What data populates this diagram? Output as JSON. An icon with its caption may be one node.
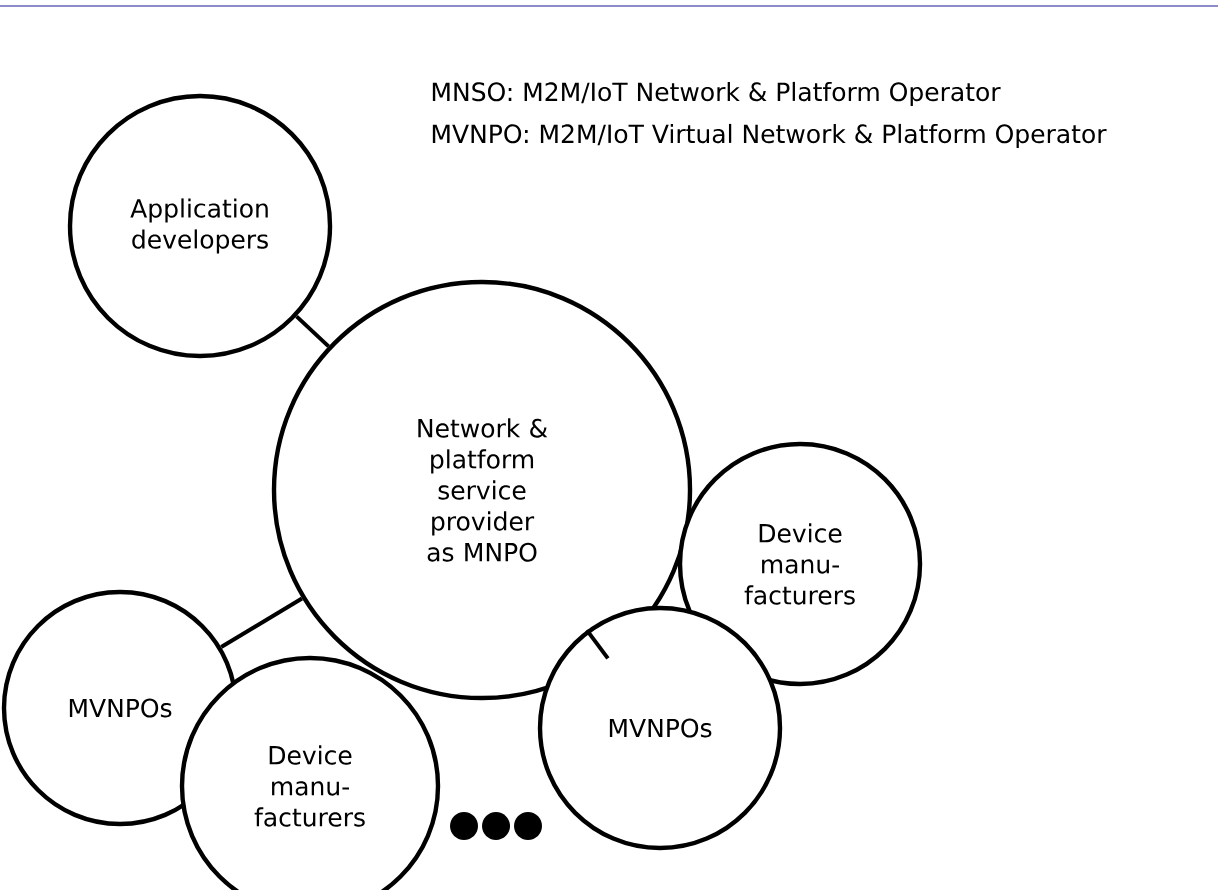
{
  "diagram": {
    "nodes": [
      {
        "text": [
          "Application developers"
        ]
      },
      {
        "text": [
          "Network & platform service provider as MNPO"
        ]
      },
      {
        "text": [
          "MVNPOs"
        ]
      },
      {
        "text": [
          "Device manu- facturers"
        ]
      },
      {
        "text": [
          "Device manu- facturers"
        ]
      },
      {
        "text": [
          "MVNPOs"
        ]
      }
    ],
    "edges": [
      {
        "from": 0,
        "to": 1,
        "arrow": "none"
      },
      {
        "from": 1,
        "to": 2,
        "arrow": "none"
      },
      {
        "from": 1,
        "to": 5,
        "arrow": "none"
      }
    ],
    "labels": [
      "MNSO: M2M/IoT Network & Platform Operator",
      "MVNPO: M2M/IoT Virtual Network & Platform Operator"
    ]
  }
}
